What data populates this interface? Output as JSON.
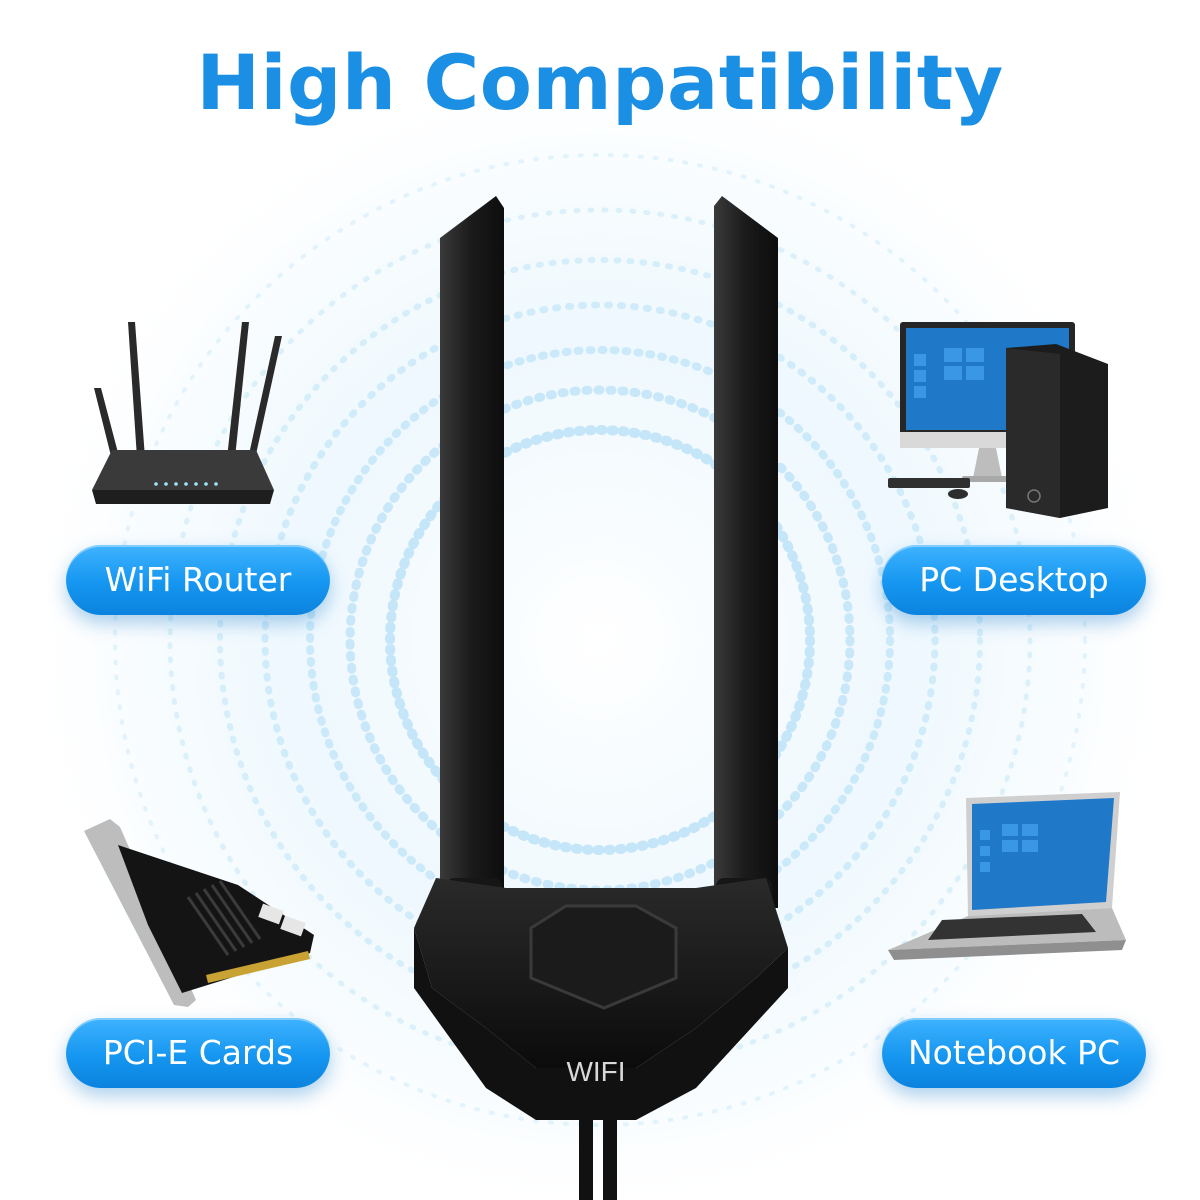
{
  "heading": "High Compatibility",
  "labels": {
    "router": "WiFi Router",
    "desktop": "PC Desktop",
    "pcie": "PCI-E Cards",
    "notebook": "Notebook PC"
  },
  "antenna_base_label": "WIFI",
  "colors": {
    "accent": "#1a8fe3",
    "pill": "#1596f0",
    "ring": "#bfe3f7",
    "antenna": "#1c1c1c"
  }
}
